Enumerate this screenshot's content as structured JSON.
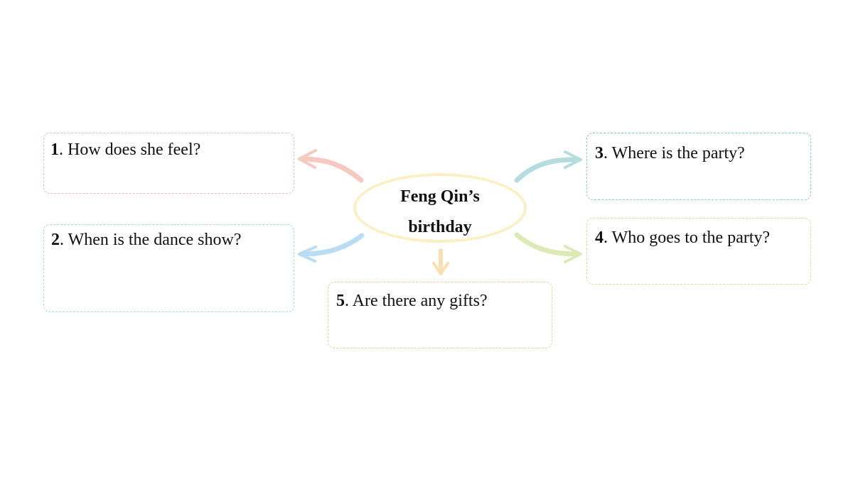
{
  "center": {
    "line1": "Feng Qin’s",
    "line2": "birthday",
    "color": "#fdefc4"
  },
  "questions": [
    {
      "num": "1",
      "text": ". How does she feel?",
      "color": "#f3b9b4"
    },
    {
      "num": "2",
      "text": ". When is the dance show?",
      "color": "#a9d6f0"
    },
    {
      "num": "3",
      "text": ". Where is the party?",
      "color": "#86c9c7"
    },
    {
      "num": "4",
      "text": ". Who goes to the party?",
      "color": "#cfdf9d"
    },
    {
      "num": "5",
      "text": ". Are there any gifts?",
      "color": "#f4cf97"
    }
  ],
  "arrows": {
    "a1": "#f6c8c0",
    "a2": "#b9def3",
    "a3": "#b5dde0",
    "a4": "#dcebb6",
    "a5": "#fae0b0"
  }
}
